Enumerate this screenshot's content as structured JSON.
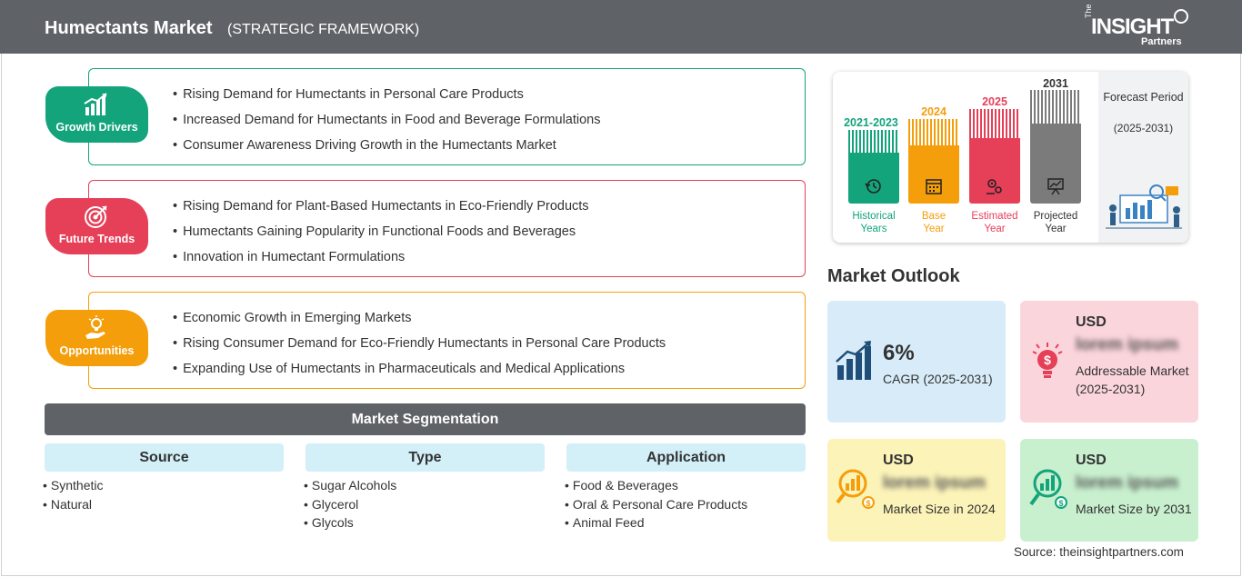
{
  "header": {
    "title": "Humectants Market",
    "subtitle": "(STRATEGIC FRAMEWORK)",
    "logo": {
      "the": "The",
      "main": "INSIGHT",
      "partners": "Partners"
    }
  },
  "framework": [
    {
      "label": "Growth Drivers",
      "icon": "bar-chart-growth-icon",
      "color": "#13a47c",
      "items": [
        "Rising Demand for Humectants in Personal Care Products",
        "Increased Demand for Humectants in Food and Beverage Formulations",
        "Consumer Awareness Driving Growth in the Humectants Market"
      ]
    },
    {
      "label": "Future Trends",
      "icon": "target-icon",
      "color": "#e63f58",
      "items": [
        "Rising Demand for Plant-Based Humectants in Eco-Friendly Products",
        "Humectants Gaining Popularity in Functional Foods and Beverages",
        "Innovation in Humectant Formulations"
      ]
    },
    {
      "label": "Opportunities",
      "icon": "lightbulb-hand-icon",
      "color": "#f59e0b",
      "items": [
        "Economic Growth in Emerging Markets",
        "Rising Consumer Demand for Eco-Friendly Humectants in Personal Care Products",
        "Expanding Use of Humectants in Pharmaceuticals and Medical Applications"
      ]
    }
  ],
  "segmentation": {
    "title": "Market Segmentation",
    "columns": [
      {
        "header": "Source",
        "items": [
          "Synthetic",
          "Natural"
        ]
      },
      {
        "header": "Type",
        "items": [
          "Sugar Alcohols",
          "Glycerol",
          "Glycols"
        ]
      },
      {
        "header": "Application",
        "items": [
          "Food & Beverages",
          "Oral & Personal Care Products",
          "Animal Feed"
        ]
      }
    ]
  },
  "timeline": {
    "bars": [
      {
        "year": "2021-2023",
        "caption": [
          "Historical",
          "Years"
        ],
        "color": "#13a47c",
        "icon": "history-icon"
      },
      {
        "year": "2024",
        "caption": [
          "Base",
          "Year"
        ],
        "color": "#f59e0b",
        "icon": "calendar-icon"
      },
      {
        "year": "2025",
        "caption": [
          "Estimated",
          "Year"
        ],
        "color": "#e63f58",
        "icon": "gears-icon"
      },
      {
        "year": "2031",
        "caption": [
          "Projected",
          "Year"
        ],
        "color": "#7b7b7b",
        "icon": "presentation-icon"
      }
    ],
    "forecast": {
      "title": "Forecast Period",
      "range": "(2025-2031)"
    }
  },
  "outlook": {
    "title": "Market Outlook",
    "cagr": {
      "value": "6%",
      "label": "CAGR (2025-2031)"
    },
    "addressable": {
      "currency": "USD",
      "value": "lorem ipsum",
      "label": "Addressable Market (2025-2031)"
    },
    "size_2024": {
      "currency": "USD",
      "value": "lorem ipsum",
      "label": "Market Size in 2024"
    },
    "size_2031": {
      "currency": "USD",
      "value": "lorem ipsum",
      "label": "Market Size by 2031"
    }
  },
  "source": "Source: theinsightpartners.com"
}
